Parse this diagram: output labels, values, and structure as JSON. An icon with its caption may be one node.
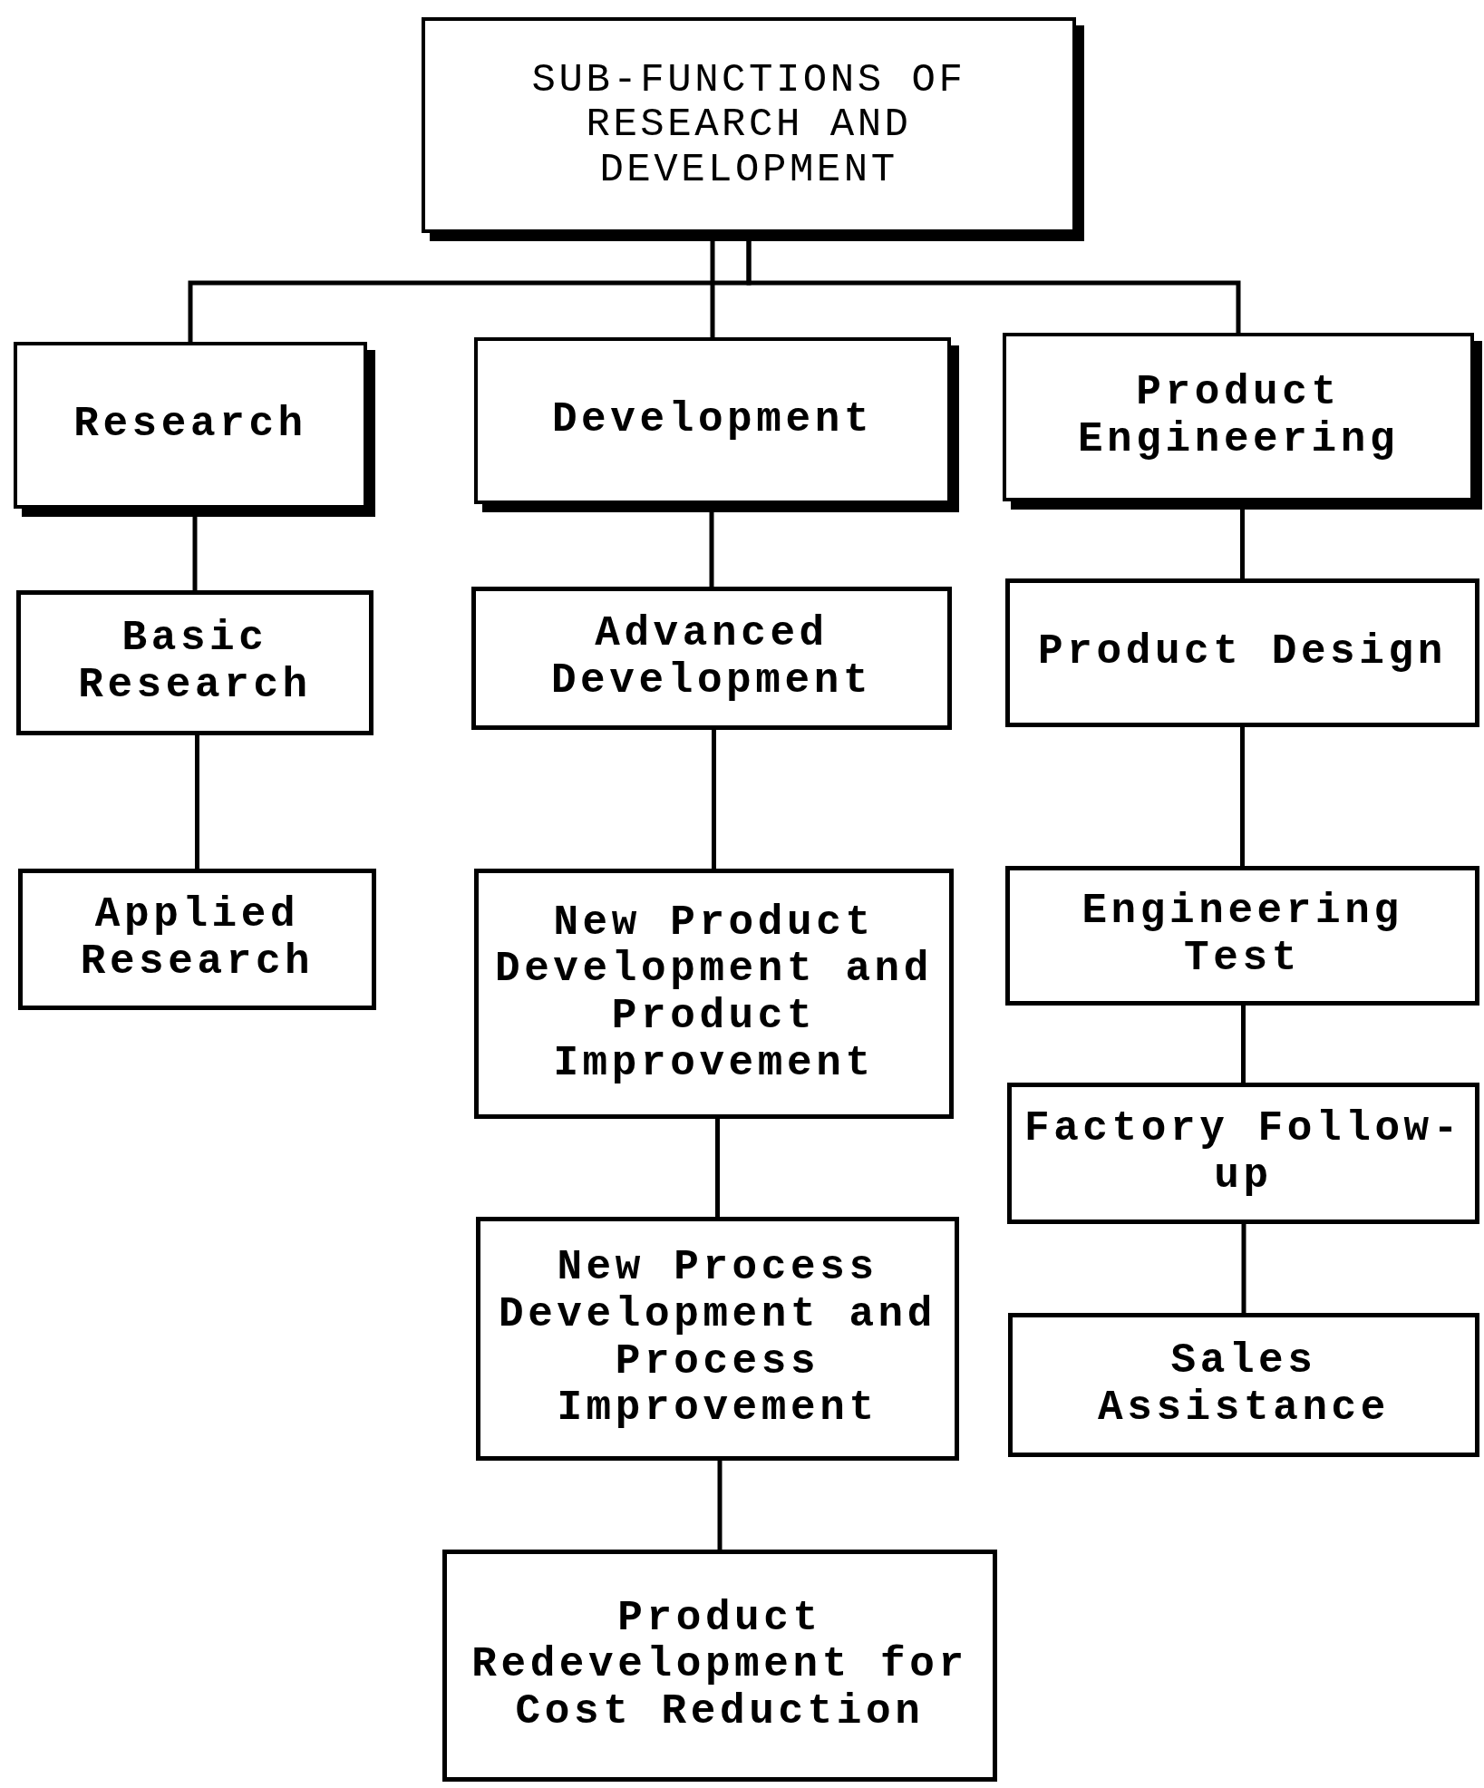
{
  "diagram": {
    "nodes": [
      {
        "text": [
          "SUB-FUNCTIONS OF RESEARCH AND DEVELOPMENT"
        ]
      },
      {
        "text": [
          "Research"
        ]
      },
      {
        "text": [
          "Development"
        ]
      },
      {
        "text": [
          "Product Engineering"
        ]
      },
      {
        "text": [
          "Basic Research"
        ]
      },
      {
        "text": [
          "Applied Research"
        ]
      },
      {
        "text": [
          "Advanced Development"
        ]
      },
      {
        "text": [
          "New Product Development and Product Improvement"
        ]
      },
      {
        "text": [
          "New Process Development and Process Improvement"
        ]
      },
      {
        "text": [
          "Product Redevelopment for Cost Reduction"
        ]
      },
      {
        "text": [
          "Product Design"
        ]
      },
      {
        "text": [
          "Engineering Test"
        ]
      },
      {
        "text": [
          "Factory Follow-up"
        ]
      },
      {
        "text": [
          "Sales Assistance"
        ]
      }
    ],
    "edges": [
      {
        "from": 0,
        "to": 1,
        "arrow": "none"
      },
      {
        "from": 0,
        "to": 2,
        "arrow": "none"
      },
      {
        "from": 0,
        "to": 3,
        "arrow": "none"
      },
      {
        "from": 1,
        "to": 4,
        "arrow": "none"
      },
      {
        "from": 4,
        "to": 5,
        "arrow": "none"
      },
      {
        "from": 2,
        "to": 6,
        "arrow": "none"
      },
      {
        "from": 6,
        "to": 7,
        "arrow": "none"
      },
      {
        "from": 7,
        "to": 8,
        "arrow": "none"
      },
      {
        "from": 8,
        "to": 9,
        "arrow": "none"
      },
      {
        "from": 3,
        "to": 10,
        "arrow": "none"
      },
      {
        "from": 10,
        "to": 11,
        "arrow": "none"
      },
      {
        "from": 11,
        "to": 12,
        "arrow": "none"
      },
      {
        "from": 12,
        "to": 13,
        "arrow": "none"
      }
    ]
  }
}
